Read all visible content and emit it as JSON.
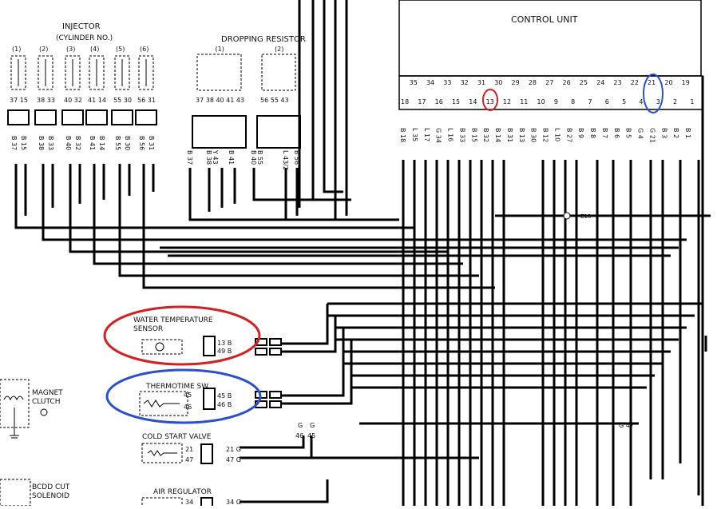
{
  "labels": {
    "injector": "INJECTOR",
    "cylinder_no": "(CYLINDER NO.)",
    "dropping_resistor": "DROPPING RESISTOR",
    "control_unit": "CONTROL UNIT",
    "water_temp_line1": "WATER TEMPERATURE",
    "water_temp_line2": "SENSOR",
    "thermotime": "THERMOTIME SW.",
    "cold_start": "COLD START VALVE",
    "air_regulator": "AIR REGULATOR",
    "magnet_line1": "MAGNET",
    "magnet_line2": "CLUTCH",
    "bcdd_line1": "BCDD CUT",
    "bcdd_line2": "SOLENOID"
  },
  "injectors": [
    {
      "num": "(1)",
      "pins": "37 15",
      "wires": [
        "B 37",
        "B 15"
      ]
    },
    {
      "num": "(2)",
      "pins": "38 33",
      "wires": [
        "B 38",
        "B 33"
      ]
    },
    {
      "num": "(3)",
      "pins": "40 32",
      "wires": [
        "B 40",
        "B 32"
      ]
    },
    {
      "num": "(4)",
      "pins": "41 14",
      "wires": [
        "B 41",
        "B 14"
      ]
    },
    {
      "num": "(5)",
      "pins": "55 30",
      "wires": [
        "B 55",
        "B 30"
      ]
    },
    {
      "num": "(6)",
      "pins": "56 31",
      "wires": [
        "B 56",
        "B 31"
      ]
    }
  ],
  "resistors": [
    {
      "num": "(1)",
      "pins": "37 38 40 41 43"
    },
    {
      "num": "(2)",
      "pins": "56 55 43"
    }
  ],
  "resistor_wires": [
    "B 37",
    "B 38",
    "Y 43",
    "B 41",
    "B 40",
    "B 55",
    "L 43/2",
    "B 56"
  ],
  "control_unit_top_pins": [
    "18",
    "35",
    "17",
    "34",
    "16",
    "33",
    "15",
    "32",
    "14",
    "31",
    "13",
    "30",
    "12",
    "29",
    "11",
    "28",
    "10",
    "27",
    "9",
    "26",
    "8",
    "25",
    "7",
    "24",
    "6",
    "23",
    "5",
    "22",
    "4",
    "21",
    "3",
    "20",
    "2",
    "19",
    "1"
  ],
  "control_unit_wires": [
    "B 18",
    "L 35",
    "L 17",
    "G 34",
    "L 16",
    "B 33",
    "B 15",
    "B 32",
    "B 14",
    "B 31",
    "B 13",
    "B 30",
    "B 12",
    "L 10",
    "B 27",
    "B 9",
    "B 8",
    "B 7",
    "B 6",
    "B 5",
    "G 4",
    "G 21",
    "B 3",
    "B 2",
    "B 1"
  ],
  "water_temp_wires": [
    "13 B",
    "49 B"
  ],
  "thermotime_wires": [
    "45 B",
    "46 B"
  ],
  "thermotime_pins": [
    "45",
    "46"
  ],
  "cold_start_wires": [
    "21 G",
    "47 G"
  ],
  "cold_start_pins": [
    "21",
    "47"
  ],
  "air_reg_wire": "34 G",
  "air_reg_pin": "34",
  "gg_labels": [
    "G",
    "G",
    "46",
    "45"
  ],
  "g47_label": "G 47",
  "e18_label": "E18",
  "highlights": {
    "red": "#d42020",
    "blue": "#2a4fd0"
  }
}
